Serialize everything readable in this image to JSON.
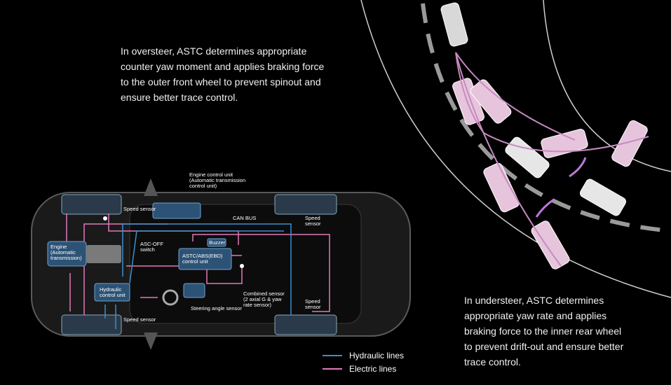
{
  "captions": {
    "oversteer": "In oversteer, ASTC determines appropriate\ncounter yaw moment and applies braking force\nto the outer front wheel to prevent spinout and\nensure better trace control.",
    "understeer": "In understeer, ASTC determines\nappropriate yaw rate and applies\nbraking force to the inner rear wheel\nto prevent drift-out and ensure better\ntrace control."
  },
  "components": {
    "engine_control_unit": "Engine control unit\n(Automatic transmission\ncontrol unit)",
    "speed_sensor_fl": "Speed sensor",
    "speed_sensor_fr": "Speed\nsensor",
    "speed_sensor_rl": "Speed sensor",
    "speed_sensor_rr": "Speed\nsensor",
    "can_bus": "CAN BUS",
    "engine": "Engine\n(Automatic\ntransmission)",
    "asc_off_switch": "ASC-OFF\nswitch",
    "buzzer": "Buzzer",
    "astc_unit": "ASTC/ABS(EBD)\ncontrol unit",
    "hydraulic_unit": "Hydraulic\ncontrol unit",
    "combined_sensor": "Combined sensor\n(2 axial G & yaw\nrate sensor)",
    "steering_angle_sensor": "Steering angle sensor"
  },
  "legend": {
    "hydraulic": "Hydraulic lines",
    "electric": "Electric lines"
  },
  "colors": {
    "hydraulic": "#3a8fd0",
    "electric": "#e07ab8",
    "car_path": "#c78ac0"
  }
}
